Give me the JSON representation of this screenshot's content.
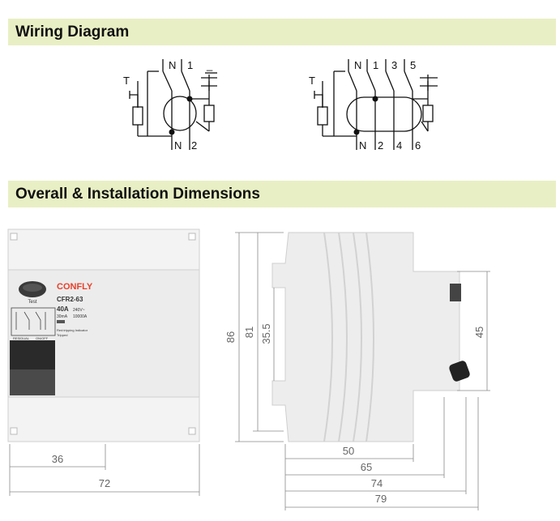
{
  "sections": {
    "wiring": "Wiring Diagram",
    "dimensions": "Overall & Installation Dimensions"
  },
  "wiring_2p": {
    "t_label": "T",
    "top_terminals": [
      "N",
      "1",
      "_"
    ],
    "bottom_terminals": [
      "N",
      "2"
    ]
  },
  "wiring_4p": {
    "t_label": "T",
    "top_terminals": [
      "N",
      "1",
      "3",
      "5"
    ],
    "bottom_terminals": [
      "N",
      "2",
      "4",
      "6"
    ]
  },
  "device": {
    "brand": "CONFLY",
    "model": "CFR2-63",
    "rating": "40A",
    "voltage": "240V~",
    "sensitivity": "30mA",
    "breaking": "10000A",
    "test_label": "Test",
    "indicator_text": "Red:tripping Indicator",
    "indicator_sub": "Tripped",
    "status_left": "RESIDUAL",
    "status_right": "ON/OFF"
  },
  "dimensions": {
    "front_width_36": "36",
    "front_width_72": "72",
    "height_86": "86",
    "height_81": "81",
    "height_35_5": "35.5",
    "height_45": "45",
    "depth_50": "50",
    "depth_65": "65",
    "depth_74": "74",
    "depth_79": "79"
  },
  "colors": {
    "section_bar": "#e9efc4",
    "brand": "#e8402a",
    "device_body": "#eeeeee",
    "dim_line": "#8a8a8a"
  }
}
